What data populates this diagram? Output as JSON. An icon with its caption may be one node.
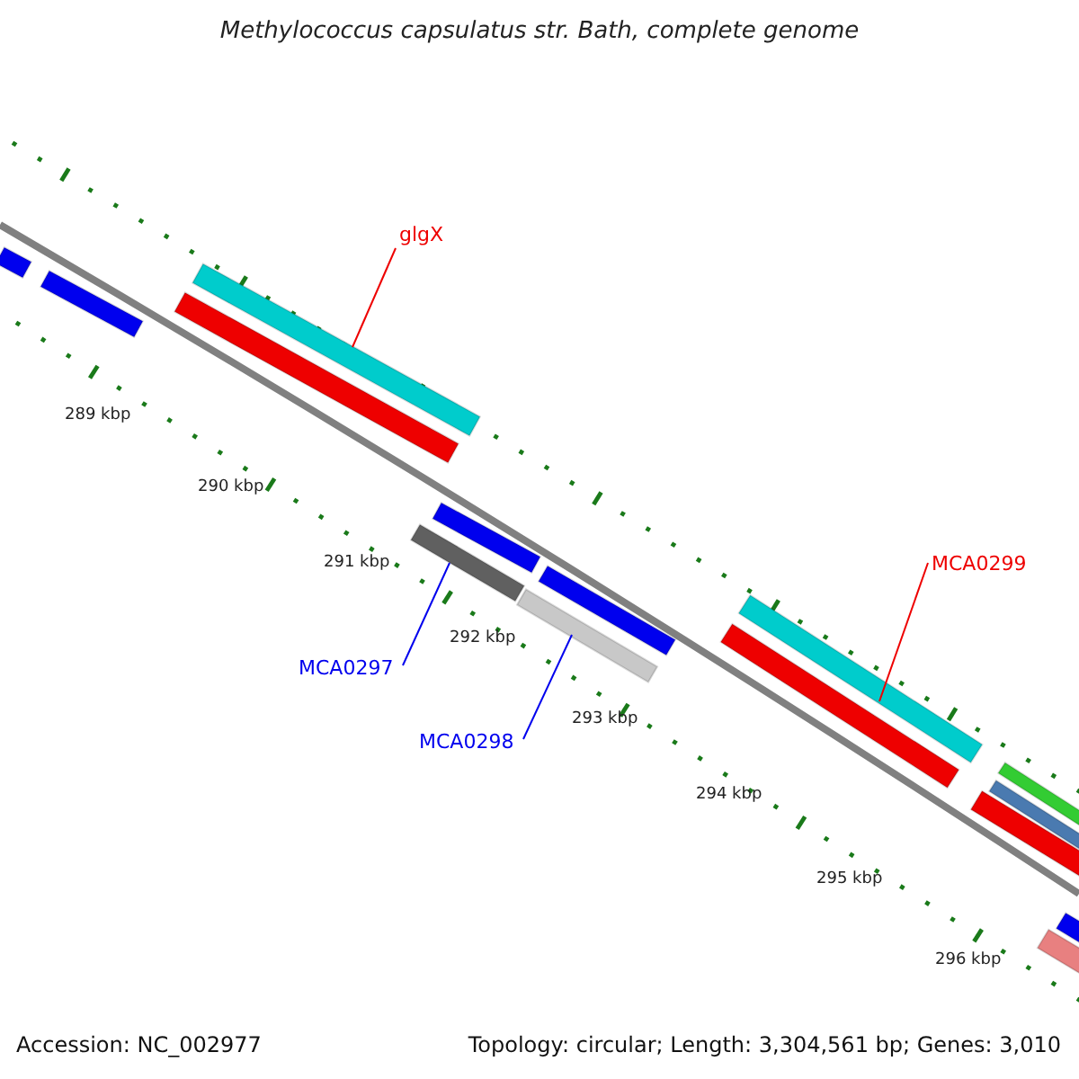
{
  "diagram": {
    "title": "Methylococcus capsulatus str. Bath, complete genome",
    "nodes": [
      {
        "text": [
          "glgX"
        ]
      },
      {
        "text": [],
        "shape": "bar"
      },
      {
        "text": [
          "MCA0297"
        ]
      },
      {
        "text": [],
        "shape": "bar"
      },
      {
        "text": [
          "MCA0298"
        ]
      },
      {
        "text": [],
        "shape": "bar"
      },
      {
        "text": [
          "MCA0299"
        ]
      },
      {
        "text": [],
        "shape": "bar"
      }
    ],
    "edges": [
      {
        "from": 0,
        "to": 1,
        "arrow": "none"
      },
      {
        "from": 2,
        "to": 3,
        "arrow": "none",
        "color": "#0000ee"
      },
      {
        "from": 4,
        "to": 5,
        "arrow": "none",
        "color": "#0000ee"
      },
      {
        "from": 6,
        "to": 7,
        "arrow": "none"
      }
    ],
    "labels": [
      "289 kbp",
      "290 kbp",
      "291 kbp",
      "292 kbp",
      "293 kbp",
      "294 kbp",
      "295 kbp",
      "296 kbp",
      "Accession: NC_002977",
      "Topology: circular; Length: 3,304,561 bp; Genes: 3,010"
    ]
  }
}
